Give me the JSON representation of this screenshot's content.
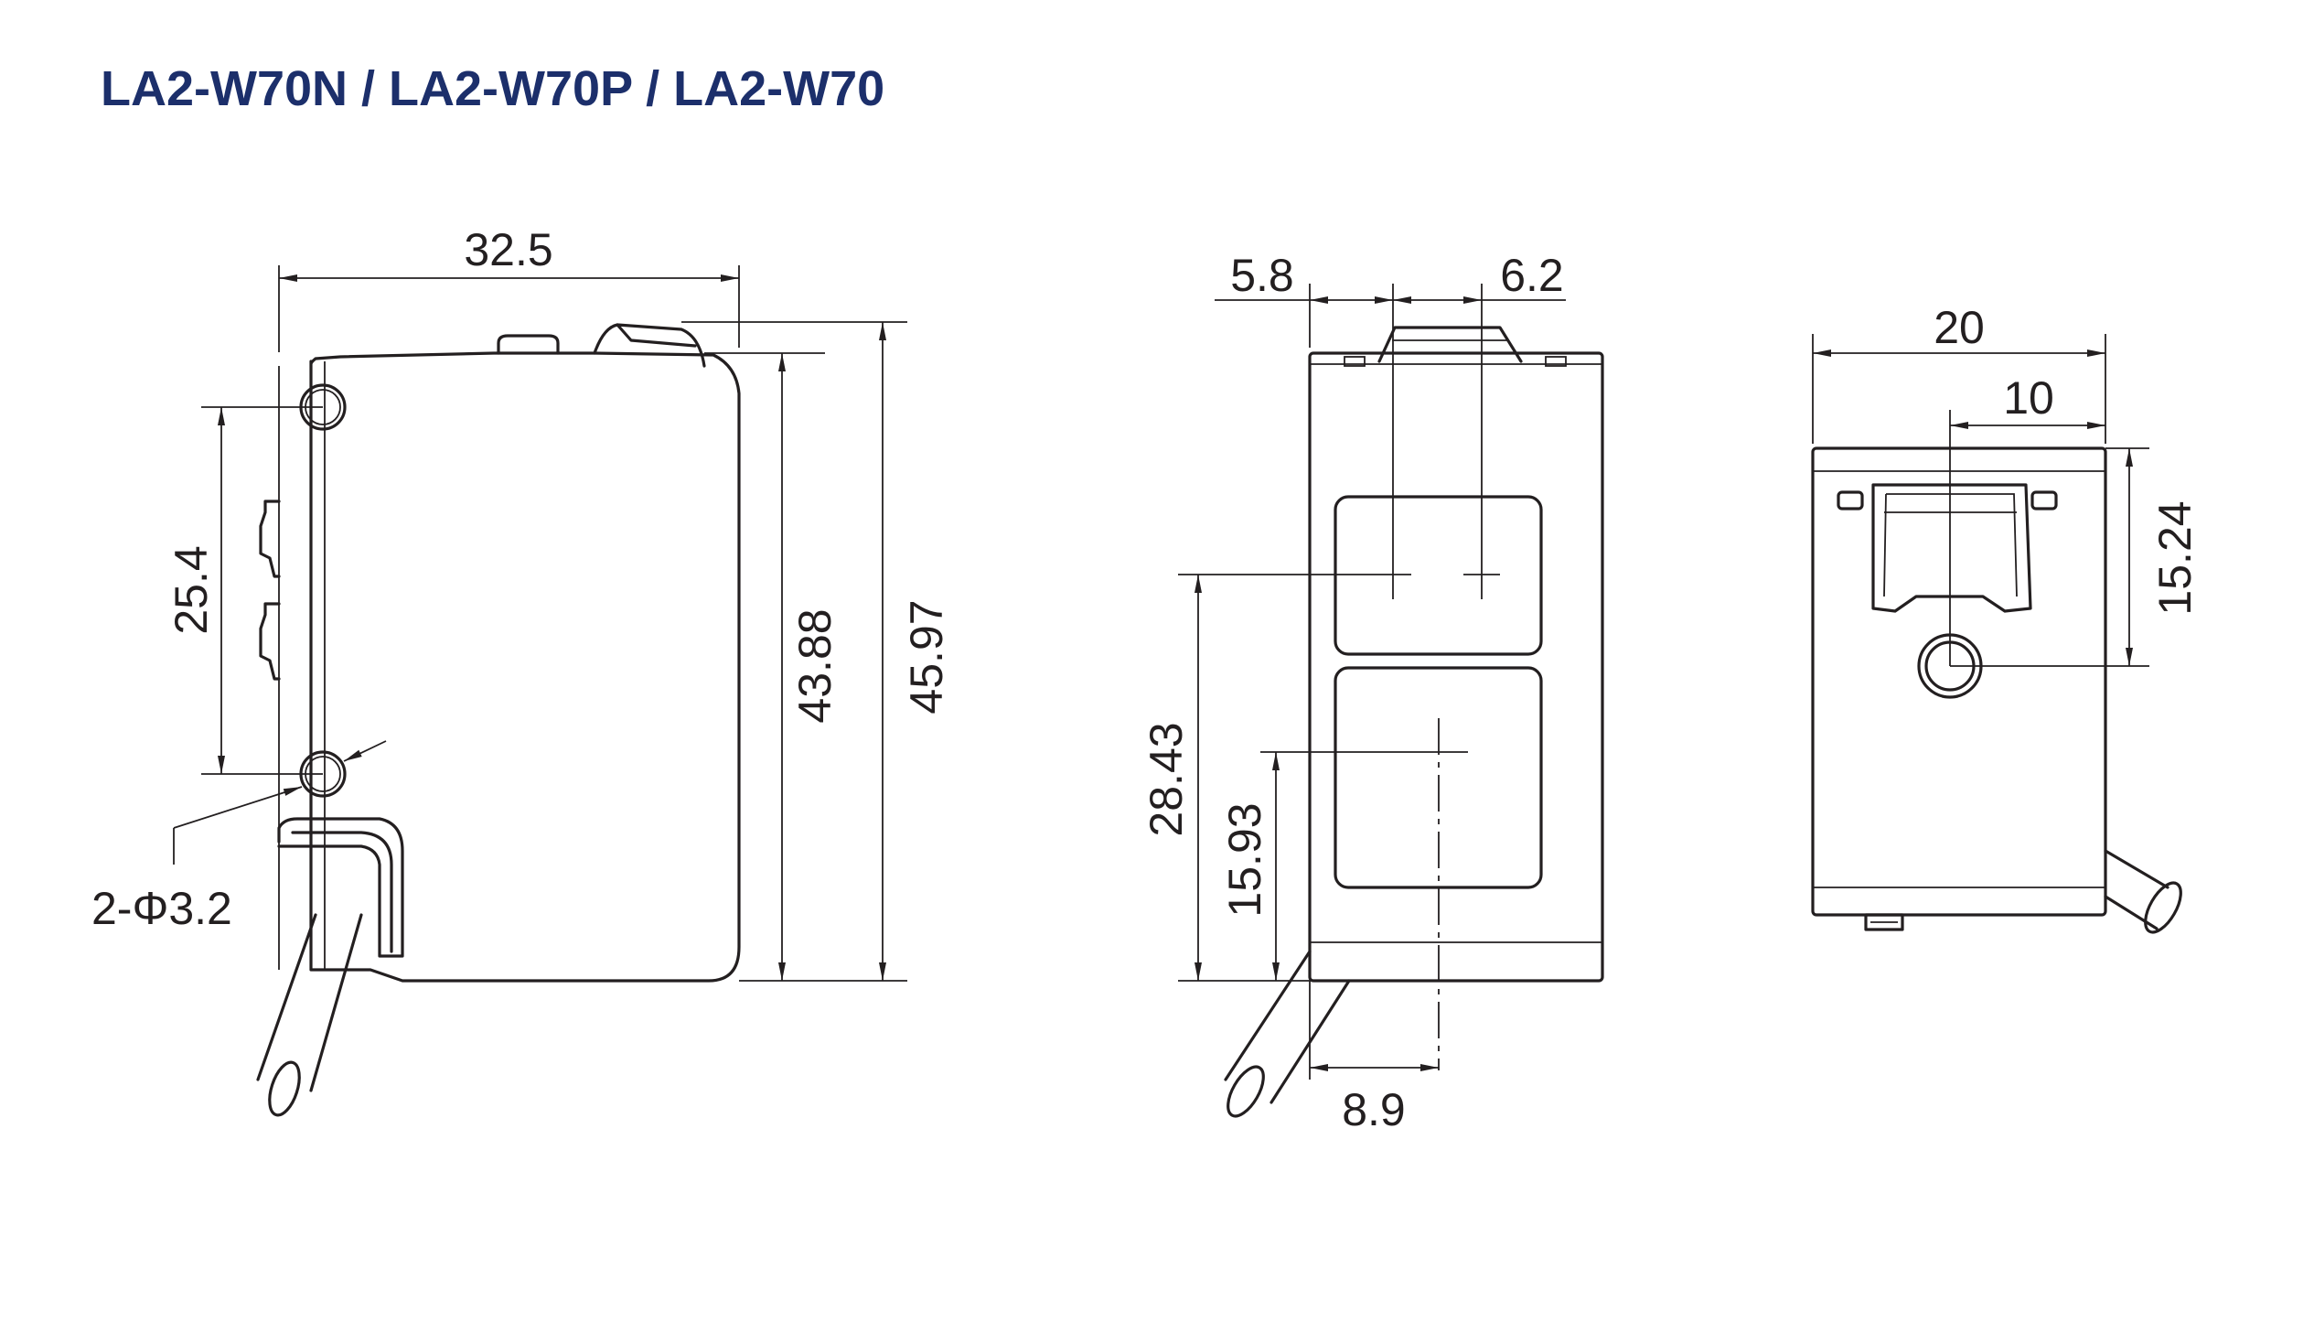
{
  "title": "LA2-W70N / LA2-W70P / LA2-W70",
  "colors": {
    "title": "#1c2f6b",
    "line": "#231f20",
    "background": "#ffffff"
  },
  "views": {
    "side": {
      "dims": {
        "width": "32.5",
        "hole_pitch": "25.4",
        "height_body": "43.88",
        "height_total": "45.97",
        "holes": "2-Φ3.2"
      }
    },
    "front": {
      "dims": {
        "left_offset": "5.8",
        "right_offset": "6.2",
        "emitter_height": "28.43",
        "receiver_height": "15.93",
        "center_offset": "8.9"
      }
    },
    "rear": {
      "dims": {
        "width": "20",
        "half_width": "10",
        "hole_height": "15.24"
      }
    }
  }
}
